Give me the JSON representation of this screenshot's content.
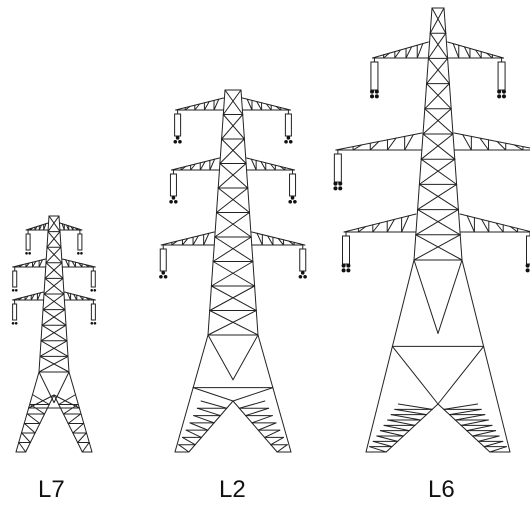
{
  "towers": [
    {
      "id": "L7",
      "label": "L7",
      "arm_levels": 3,
      "conductors_per_phase": 2
    },
    {
      "id": "L2",
      "label": "L2",
      "arm_levels": 3,
      "conductors_per_phase": 3
    },
    {
      "id": "L6",
      "label": "L6",
      "arm_levels": 3,
      "conductors_per_phase": 4
    }
  ],
  "colors": {
    "line": "#222222",
    "background": "#ffffff"
  }
}
